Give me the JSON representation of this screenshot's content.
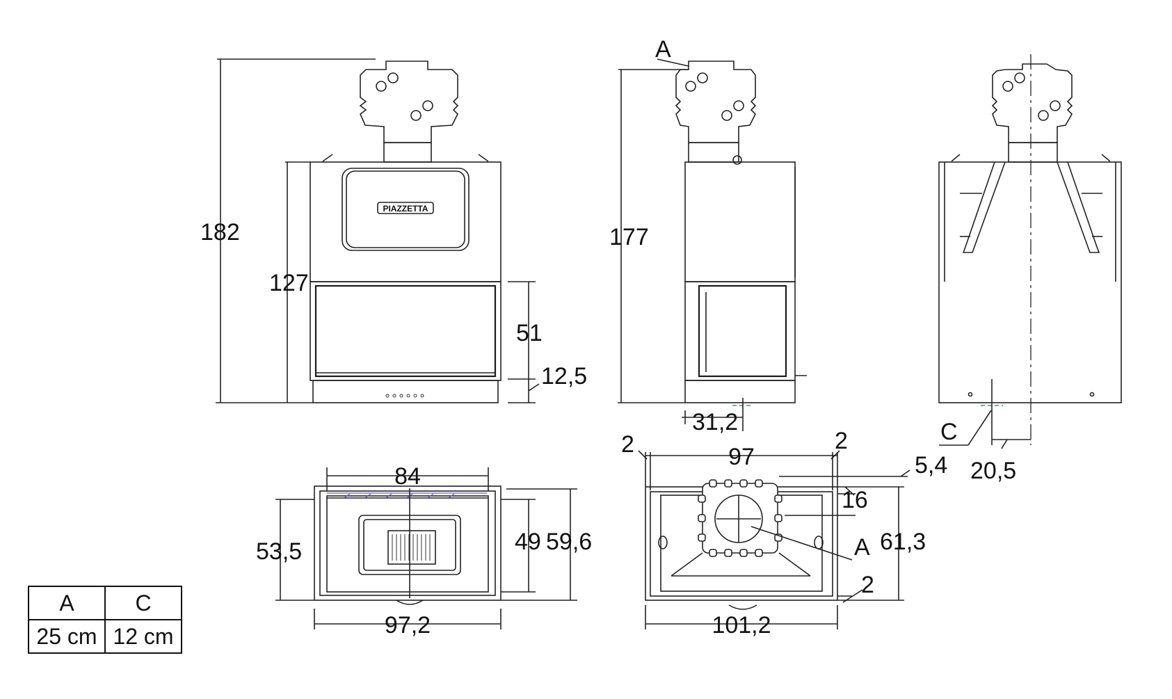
{
  "drawing": {
    "front_view": {
      "dim_total_height": "182",
      "dim_body_height": "127",
      "dim_opening_height": "51",
      "dim_base_height": "12,5",
      "logo_text": "PIAZZETTA"
    },
    "side_view": {
      "dim_total_height": "177",
      "dim_flue_offset": "31,2",
      "label_a": "A"
    },
    "rear_view": {
      "dim_flue_offset": "20,5",
      "label_c": "C"
    },
    "top_view_left": {
      "dim_inner_width": "84",
      "dim_depth_left": "53,5",
      "dim_inner_depth": "49",
      "dim_depth_total": "59,6",
      "dim_outer_width": "97,2"
    },
    "top_view_right": {
      "dim_left_margin": "2",
      "dim_width": "97",
      "dim_right_margin": "2",
      "dim_top_offset": "5,4",
      "dim_collar": "16",
      "label_a": "A",
      "dim_depth": "61,3",
      "dim_bottom_margin": "2",
      "dim_outer_width": "101,2"
    }
  },
  "legend": {
    "headers": [
      "A",
      "C"
    ],
    "values": [
      "25 cm",
      "12 cm"
    ]
  }
}
